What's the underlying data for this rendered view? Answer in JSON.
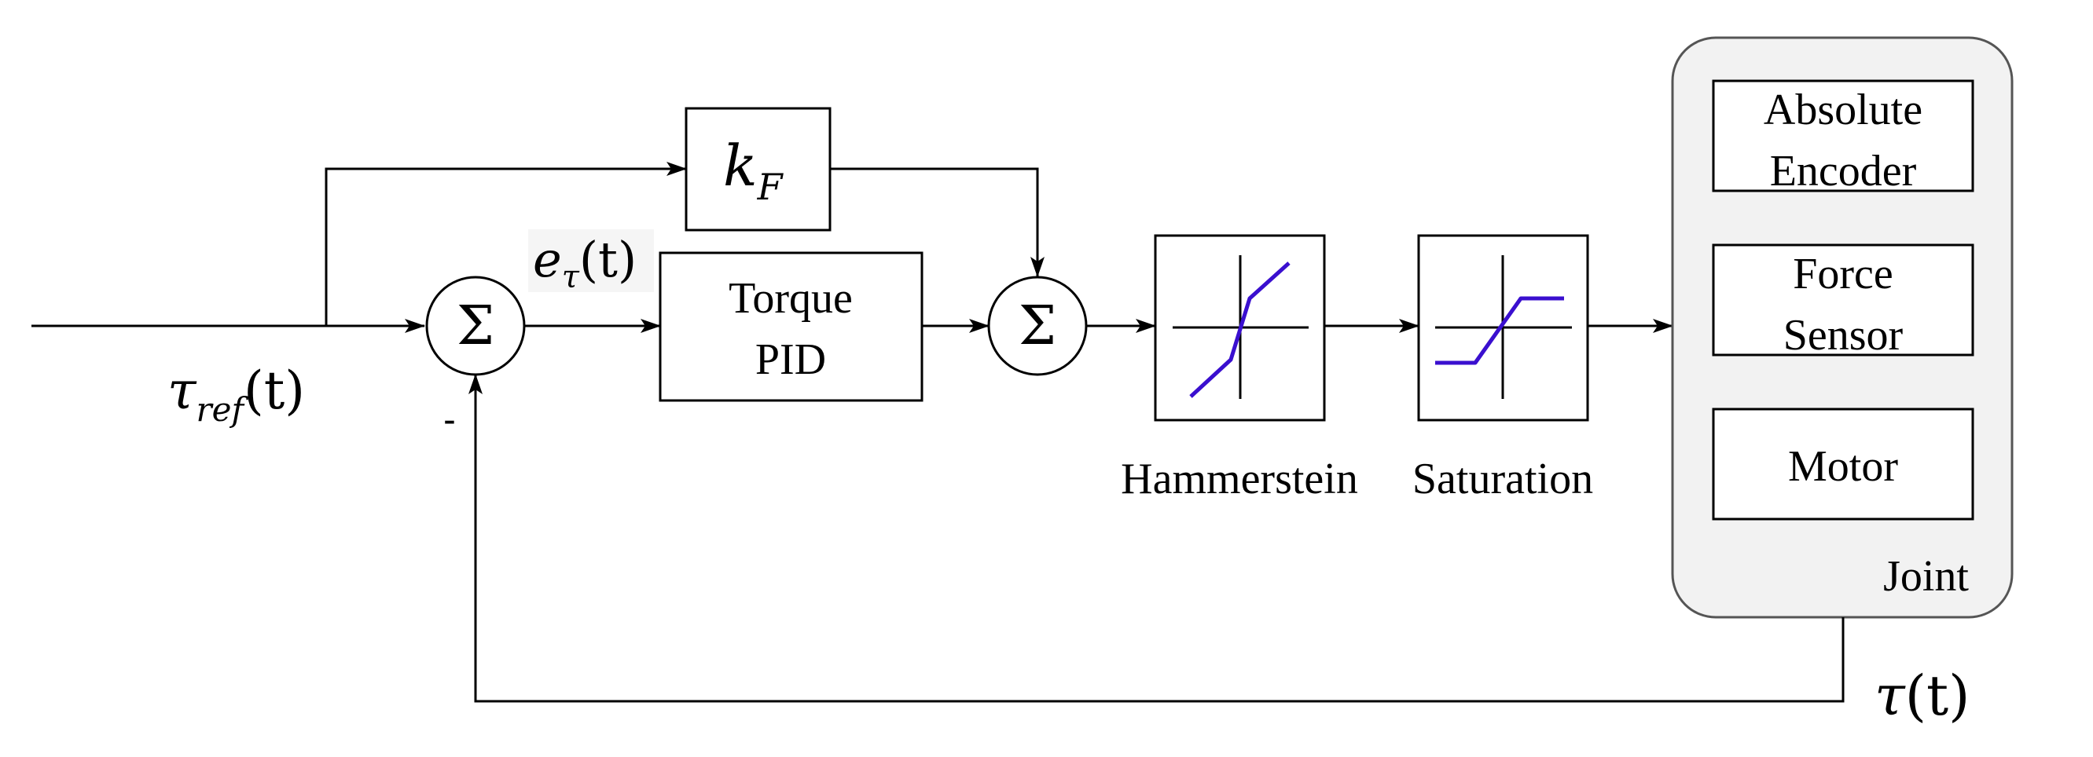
{
  "blocks": {
    "feedforward_gain": {
      "symbol": "k",
      "subscript": "F"
    },
    "torque_pid": {
      "line1": "Torque",
      "line2": "PID"
    },
    "sum_symbol": "Σ",
    "hammerstein": {
      "label": "Hammerstein"
    },
    "saturation": {
      "label": "Saturation"
    },
    "joint": {
      "label": "Joint",
      "absolute_encoder": {
        "line1": "Absolute",
        "line2": "Encoder"
      },
      "force_sensor": {
        "line1": "Force",
        "line2": "Sensor"
      },
      "motor": "Motor"
    }
  },
  "signals": {
    "reference": {
      "symbol": "τ",
      "subscript": "ref",
      "suffix": "(t)"
    },
    "error": {
      "symbol": "e",
      "subscript": "τ",
      "suffix": "(t)"
    },
    "feedback": {
      "symbol": "τ",
      "suffix": "(t)"
    },
    "minus_sign": "-"
  },
  "colors": {
    "nonlinearity_curve": "#3a0fcf",
    "joint_fill": "#f2f2f2"
  }
}
